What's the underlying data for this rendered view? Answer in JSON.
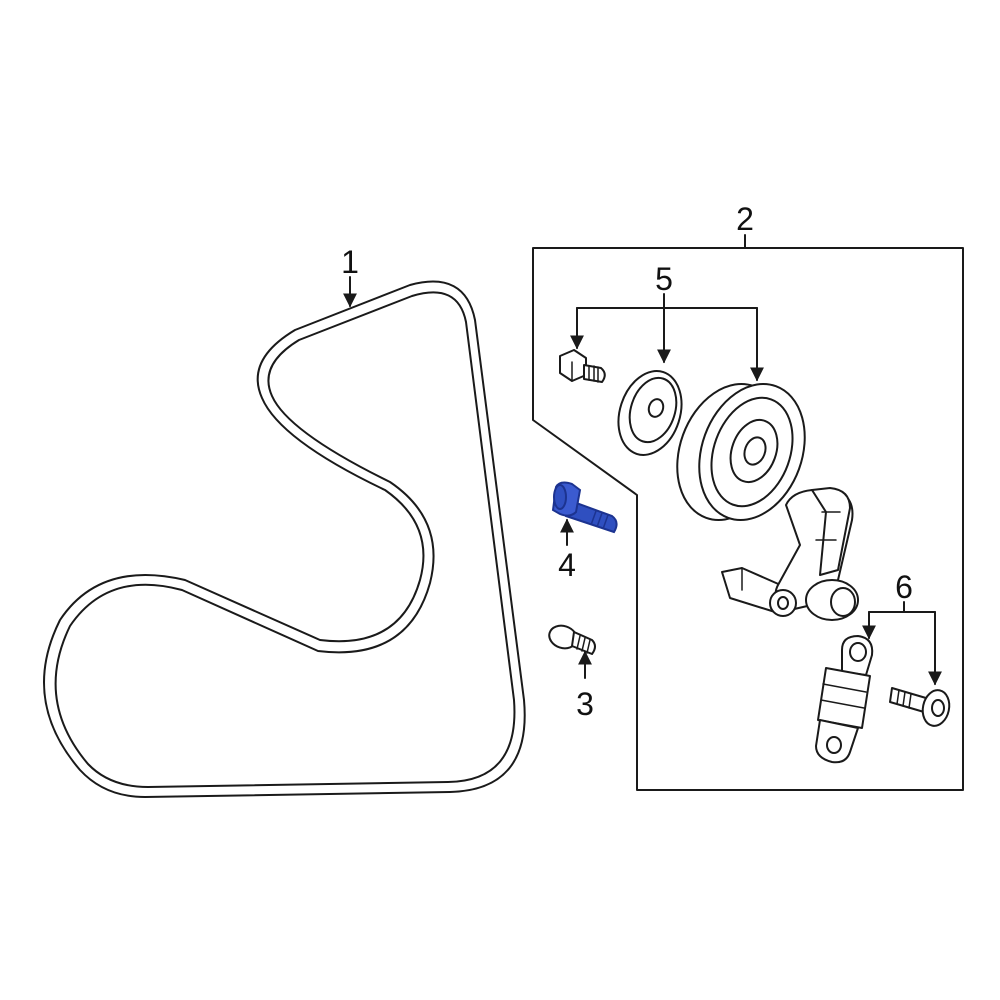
{
  "colors": {
    "line": "#1a1a1a",
    "highlight_part": "#2f4fc0",
    "highlight_part_dark": "#1c3390",
    "background": "#ffffff"
  },
  "callouts": {
    "belt": "1",
    "tensioner_assembly": "2",
    "bolt_lower": "3",
    "bolt_highlighted": "4",
    "pulley_group": "5",
    "damper_group": "6"
  }
}
